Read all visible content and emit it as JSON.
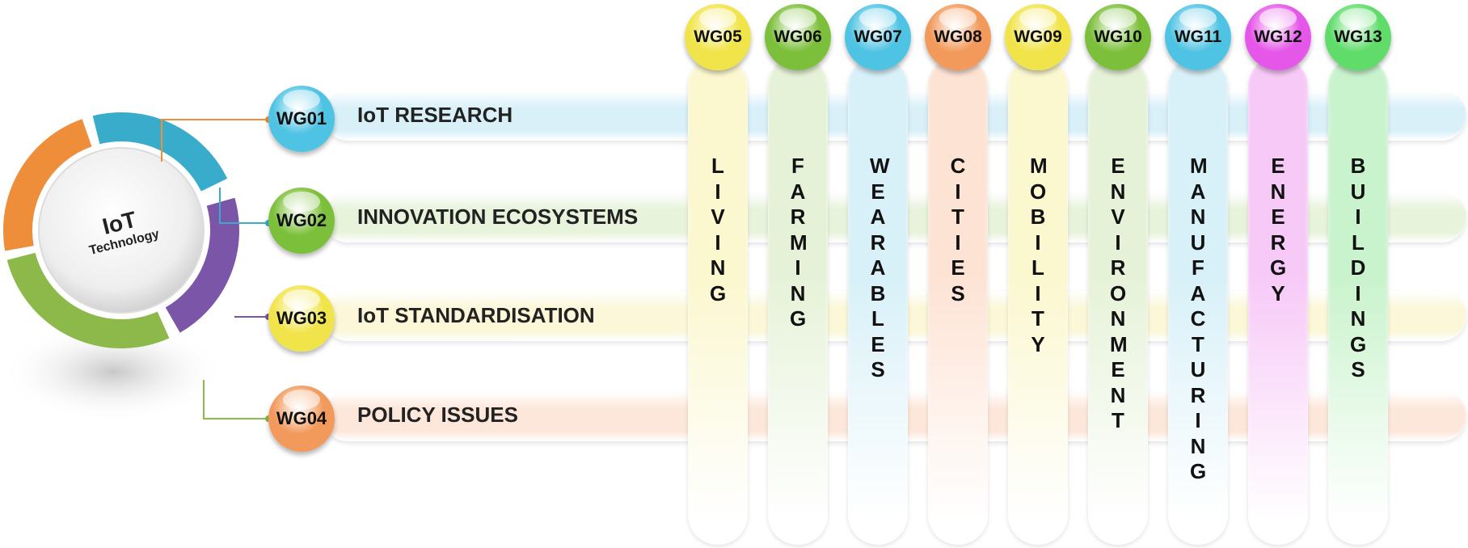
{
  "center": {
    "line1": "IoT",
    "line2": "Technology"
  },
  "rows": [
    {
      "code": "WG01",
      "label": "IoT RESEARCH",
      "color": "#4fc3e3",
      "bar": "#d9f0f8"
    },
    {
      "code": "WG02",
      "label": "INNOVATION ECOSYSTEMS",
      "color": "#7cbf3a",
      "bar": "#e8f3dc"
    },
    {
      "code": "WG03",
      "label": "IoT STANDARDISATION",
      "color": "#f1e44a",
      "bar": "#fbf7d8"
    },
    {
      "code": "WG04",
      "label": "POLICY ISSUES",
      "color": "#f29a5c",
      "bar": "#fde7da"
    }
  ],
  "columns": [
    {
      "code": "WG05",
      "label": "LIVING",
      "color": "#f1e44a",
      "bar": "#fbf7cf"
    },
    {
      "code": "WG06",
      "label": "FARMING",
      "color": "#7cbf3a",
      "bar": "#e6f2d8"
    },
    {
      "code": "WG07",
      "label": "WEARABLES",
      "color": "#4fc3e3",
      "bar": "#d8f0f8"
    },
    {
      "code": "WG08",
      "label": "CITIES",
      "color": "#f29a5c",
      "bar": "#fde3d4"
    },
    {
      "code": "WG09",
      "label": "MOBILITY",
      "color": "#f1e44a",
      "bar": "#fbf7cf"
    },
    {
      "code": "WG10",
      "label": "ENVIRONMENT",
      "color": "#7cbf3a",
      "bar": "#e6f2d8"
    },
    {
      "code": "WG11",
      "label": "MANUFACTURING",
      "color": "#4fc3e3",
      "bar": "#d8f0f8"
    },
    {
      "code": "WG12",
      "label": "ENERGY",
      "color": "#e557e8",
      "bar": "#f7c9f7"
    },
    {
      "code": "WG13",
      "label": "BUILDINGS",
      "color": "#5fdc6a",
      "bar": "#c9f3cc"
    }
  ],
  "ring_colors": {
    "cyan": "#3aaccb",
    "purple": "#7a55a8",
    "green": "#8db84a",
    "orange": "#ee8d3a"
  }
}
